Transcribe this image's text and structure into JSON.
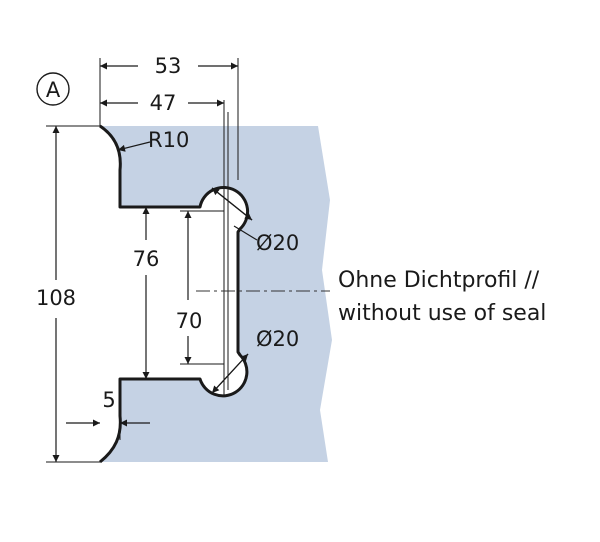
{
  "detail_label": "A",
  "colors": {
    "profile_fill": "#c5d2e4",
    "line": "#1a1a1a",
    "background": "#ffffff"
  },
  "dimensions": {
    "width_outer": "53",
    "width_inner": "47",
    "corner_radius": "R10",
    "height_total": "108",
    "height_jaw": "76",
    "bore_spacing": "70",
    "lip": "5",
    "diameter_upper": "Ø20",
    "diameter_lower": "Ø20"
  },
  "note": {
    "line1": "Ohne Dichtprofil //",
    "line2": "without use of seal"
  }
}
